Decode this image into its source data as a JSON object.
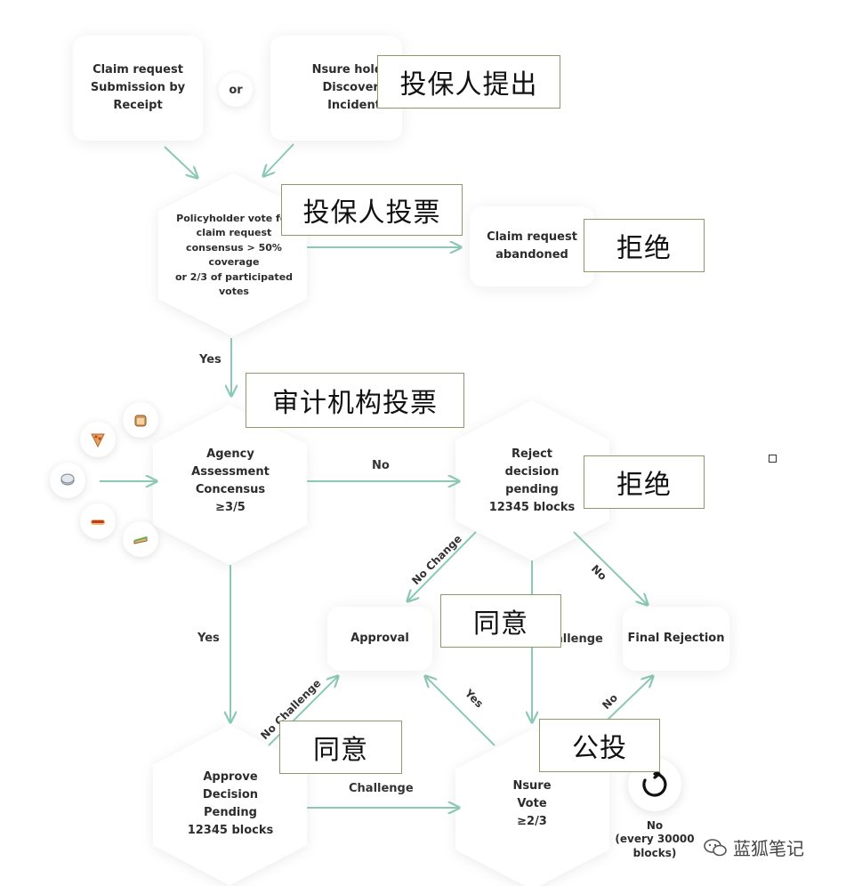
{
  "nodes": {
    "claim_submission": "Claim request\nSubmission by\nReceipt",
    "or": "or",
    "holder_discovers": "Nsure holder\nDiscovers\nIncident",
    "policyholder_vote": "Policyholder vote for\nclaim request\nconsensus > 50%\ncoverage\nor 2/3 of participated\nvotes",
    "claim_abandoned": "Claim request\nabandoned",
    "agency_assessment": "Agency\nAssessment\nConcensus\n≥3/5",
    "reject_pending": "Reject\ndecision\npending\n12345 blocks",
    "approval": "Approval",
    "final_rejection": "Final Rejection",
    "approve_pending": "Approve\nDecision\nPending\n12345 blocks",
    "nsure_vote": "Nsure\nVote\n≥2/3",
    "no_every": "No\n(every 30000\nblocks)"
  },
  "edge_labels": {
    "yes_1": "Yes",
    "no_1": "No",
    "no_change": "No Change",
    "no_2": "No",
    "challenge_1": "allenge",
    "yes_2": "Yes",
    "no_challenge": "No Challenge",
    "yes_3": "Yes",
    "no_3": "No",
    "challenge_2": "Challenge"
  },
  "annotations": {
    "proposer": "投保人提出",
    "holder_vote": "投保人投票",
    "reject_1": "拒绝",
    "audit_vote": "审计机构投票",
    "reject_2": "拒绝",
    "agree_1": "同意",
    "agree_2": "同意",
    "public_vote": "公投"
  },
  "icons": [
    "pizza-icon",
    "toast-icon",
    "coin-icon",
    "hotdog-icon",
    "sandwich-icon"
  ],
  "watermark": "蓝狐笔记",
  "colors": {
    "arrow": "#8cc9b3",
    "annotation_border": "#8a9a6a",
    "text": "#2c2c2c"
  }
}
